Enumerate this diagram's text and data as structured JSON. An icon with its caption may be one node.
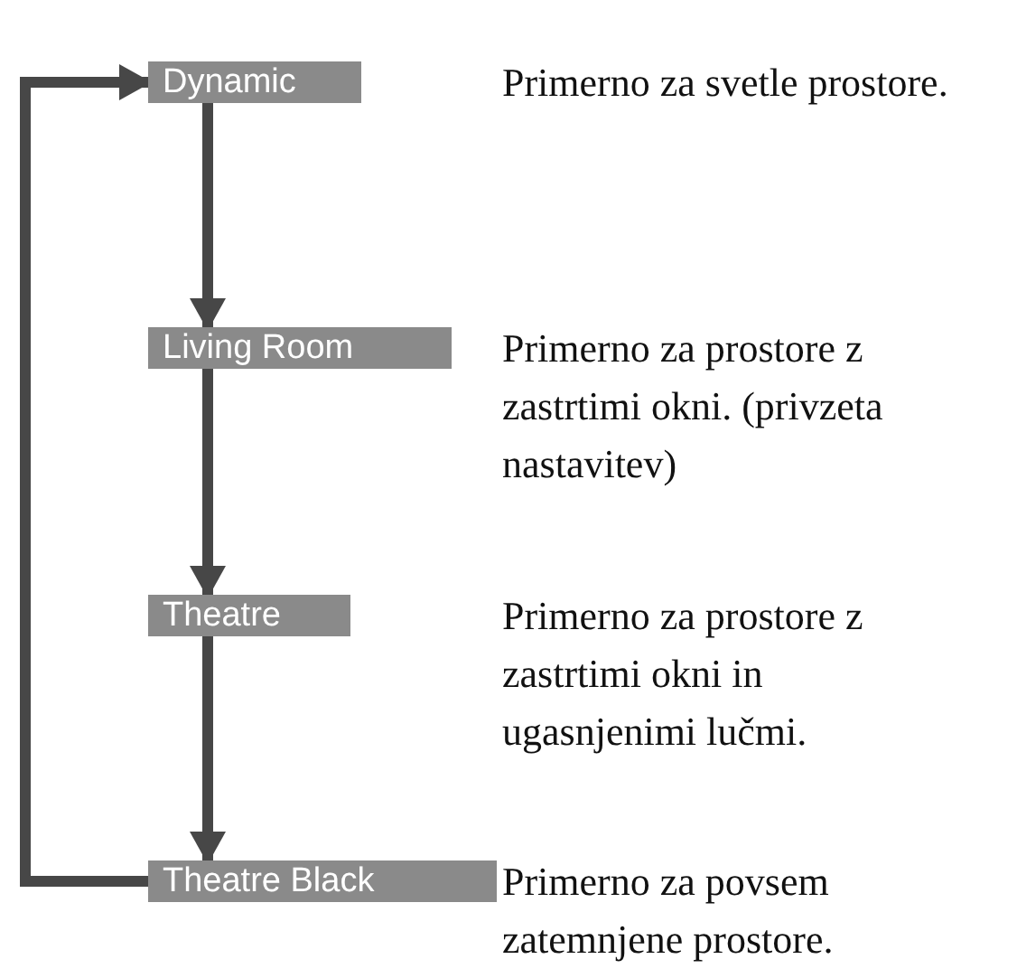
{
  "diagram": {
    "nodes": [
      {
        "text": [
          "Dynamic"
        ],
        "beside": [
          "Primerno za svetle prostore."
        ]
      },
      {
        "text": [
          "Living Room"
        ],
        "beside": [
          "Primerno za prostore z zastrtimi okni. (privzeta nastavitev)"
        ]
      },
      {
        "text": [
          "Theatre"
        ],
        "beside": [
          "Primerno za prostore z zastrtimi okni in ugasnjenimi lučmi."
        ]
      },
      {
        "text": [
          "Theatre Black"
        ],
        "beside": [
          "Primerno za povsem zatemnjene prostore."
        ]
      }
    ],
    "edges": [
      {
        "from": 0,
        "to": 1,
        "arrow": "to"
      },
      {
        "from": 1,
        "to": 2,
        "arrow": "to"
      },
      {
        "from": 2,
        "to": 3,
        "arrow": "to"
      },
      {
        "from": 3,
        "to": 0,
        "arrow": "to"
      }
    ]
  }
}
